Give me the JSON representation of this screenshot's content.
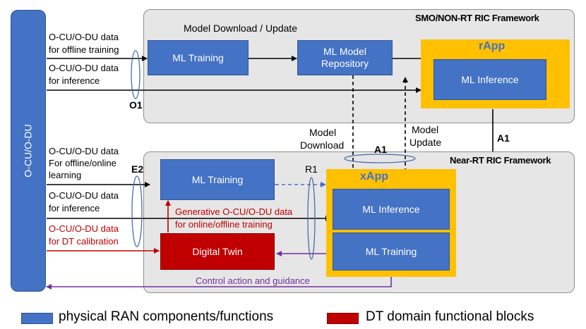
{
  "left_bar": {
    "label": "O-CU/O-DU"
  },
  "smo": {
    "title": "SMO/NON-RT RIC Framework",
    "model_download_update": "Model Download / Update",
    "ml_training": "ML Training",
    "ml_repo_line1": "ML Model",
    "ml_repo_line2": "Repository",
    "rapp": {
      "title": "rApp",
      "ml_inference": "ML Inference"
    }
  },
  "inputs_top": {
    "training_line1": "O-CU/O-DU data",
    "training_line2": "for offline training",
    "inference_line1": "O-CU/O-DU data",
    "inference_line2": "for inference",
    "interface": "O1"
  },
  "interfaces": {
    "a1_right": "A1",
    "a1_mid": "A1",
    "r1": "R1",
    "e2": "E2"
  },
  "mid_labels": {
    "model_download_1": "Model",
    "model_download_2": "Download",
    "model_update_1": "Model",
    "model_update_2": "Update"
  },
  "near_rt": {
    "title": "Near-RT RIC Framework",
    "ml_training": "ML Training",
    "digital_twin": "Digital Twin",
    "generative_line1": "Generative O-CU/O-DU data",
    "generative_line2": "for online/offline training",
    "control": "Control action and guidance",
    "xapp": {
      "title": "xApp",
      "ml_inference": "ML Inference",
      "ml_training": "ML Training"
    }
  },
  "inputs_bottom": {
    "online_line1": "O-CU/O-DU data",
    "online_line2": "For offline/online",
    "online_line3": "learning",
    "inference_line1": "O-CU/O-DU data",
    "inference_line2": "for inference",
    "calib_line1": "O-CU/O-DU data",
    "calib_line2": "for DT calibration"
  },
  "legend": {
    "physical": "physical RAN components/functions",
    "dt": "DT domain functional blocks"
  },
  "colors": {
    "blue": "#4472c4",
    "red": "#c00000",
    "gold": "#ffc000",
    "purple": "#7030a0",
    "frame": "#e7e6e6"
  }
}
